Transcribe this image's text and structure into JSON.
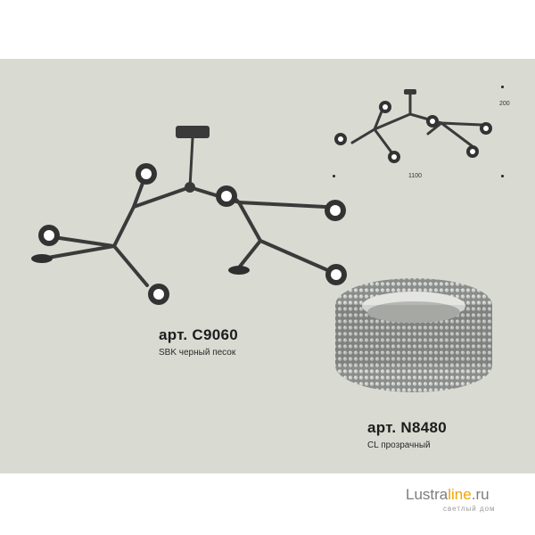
{
  "products": [
    {
      "article": "арт. C9060",
      "finish": "SBK черный песок"
    },
    {
      "article": "арт. N8480",
      "finish": "CL прозрачный"
    }
  ],
  "dimensions": {
    "height": "200",
    "width": "1100"
  },
  "brand": {
    "name_part1": "Lustra",
    "name_part2": "line",
    "name_part3": ".ru",
    "tagline": "светлый дом"
  },
  "colors": {
    "background": "#d9dad2",
    "fixture": "#3a3a3a",
    "accent": "#f0a400"
  }
}
